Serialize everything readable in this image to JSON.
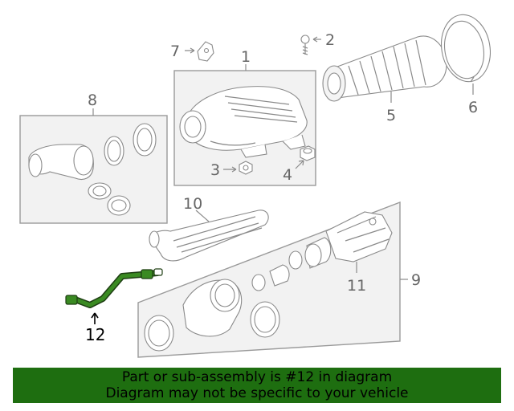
{
  "callouts": {
    "c1": "1",
    "c2": "2",
    "c3": "3",
    "c4": "4",
    "c5": "5",
    "c6": "6",
    "c7": "7",
    "c8": "8",
    "c9": "9",
    "c10": "10",
    "c11": "11",
    "c12": "12"
  },
  "highlight_part": "12",
  "highlight_color": "#2e7d1a",
  "banner": {
    "line1": "Part or sub-assembly is #12 in diagram",
    "line2": "Diagram may not be specific to your vehicle",
    "background": "#1e6e10"
  }
}
